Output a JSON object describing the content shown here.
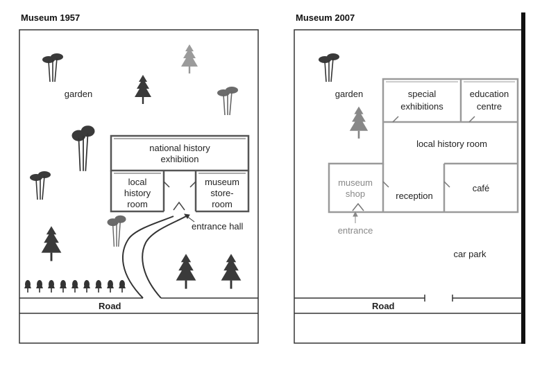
{
  "map_1957": {
    "title": "Museum 1957",
    "garden": "garden",
    "national_history_1": "national history",
    "national_history_2": "exhibition",
    "local_history_1": "local",
    "local_history_2": "history",
    "local_history_3": "room",
    "store_1": "museum",
    "store_2": "store-",
    "store_3": "room",
    "entrance_hall": "entrance hall",
    "road": "Road"
  },
  "map_2007": {
    "title": "Museum 2007",
    "garden": "garden",
    "special_1": "special",
    "special_2": "exhibitions",
    "education_1": "education",
    "education_2": "centre",
    "local_history": "local history room",
    "shop_1": "museum",
    "shop_2": "shop",
    "reception": "reception",
    "cafe": "café",
    "entrance": "entrance",
    "car_park": "car park",
    "road": "Road"
  },
  "colors": {
    "line": "#222222",
    "wall": "#9a9a9a",
    "tree": "#333333"
  }
}
